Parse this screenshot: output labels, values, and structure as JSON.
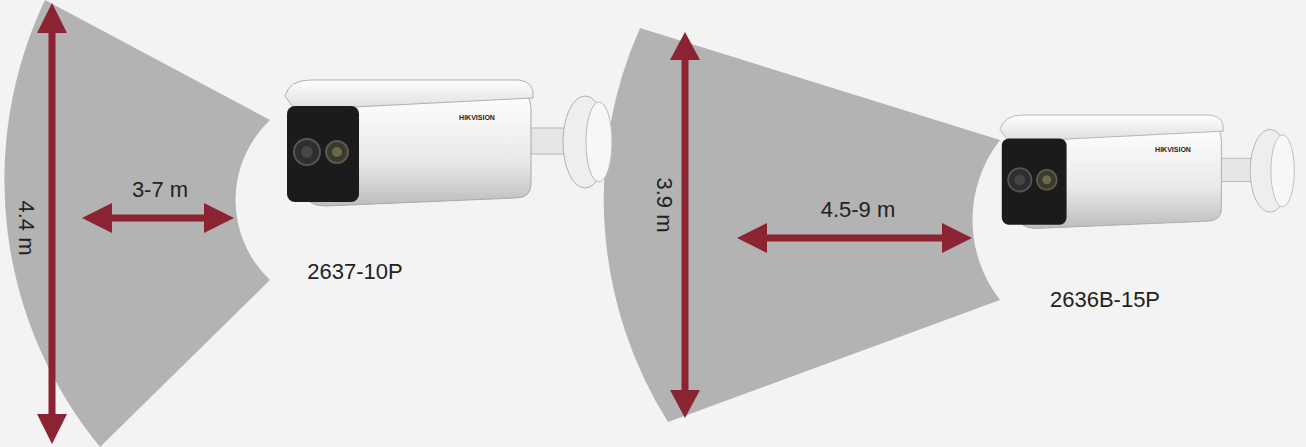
{
  "diagram": {
    "labels": [
      "4.4 m",
      "3-7 m",
      "2637-10P",
      "3.9 m",
      "4.5-9 m",
      "2636B-15P",
      "HIKVISION",
      "HIKVISION"
    ]
  }
}
